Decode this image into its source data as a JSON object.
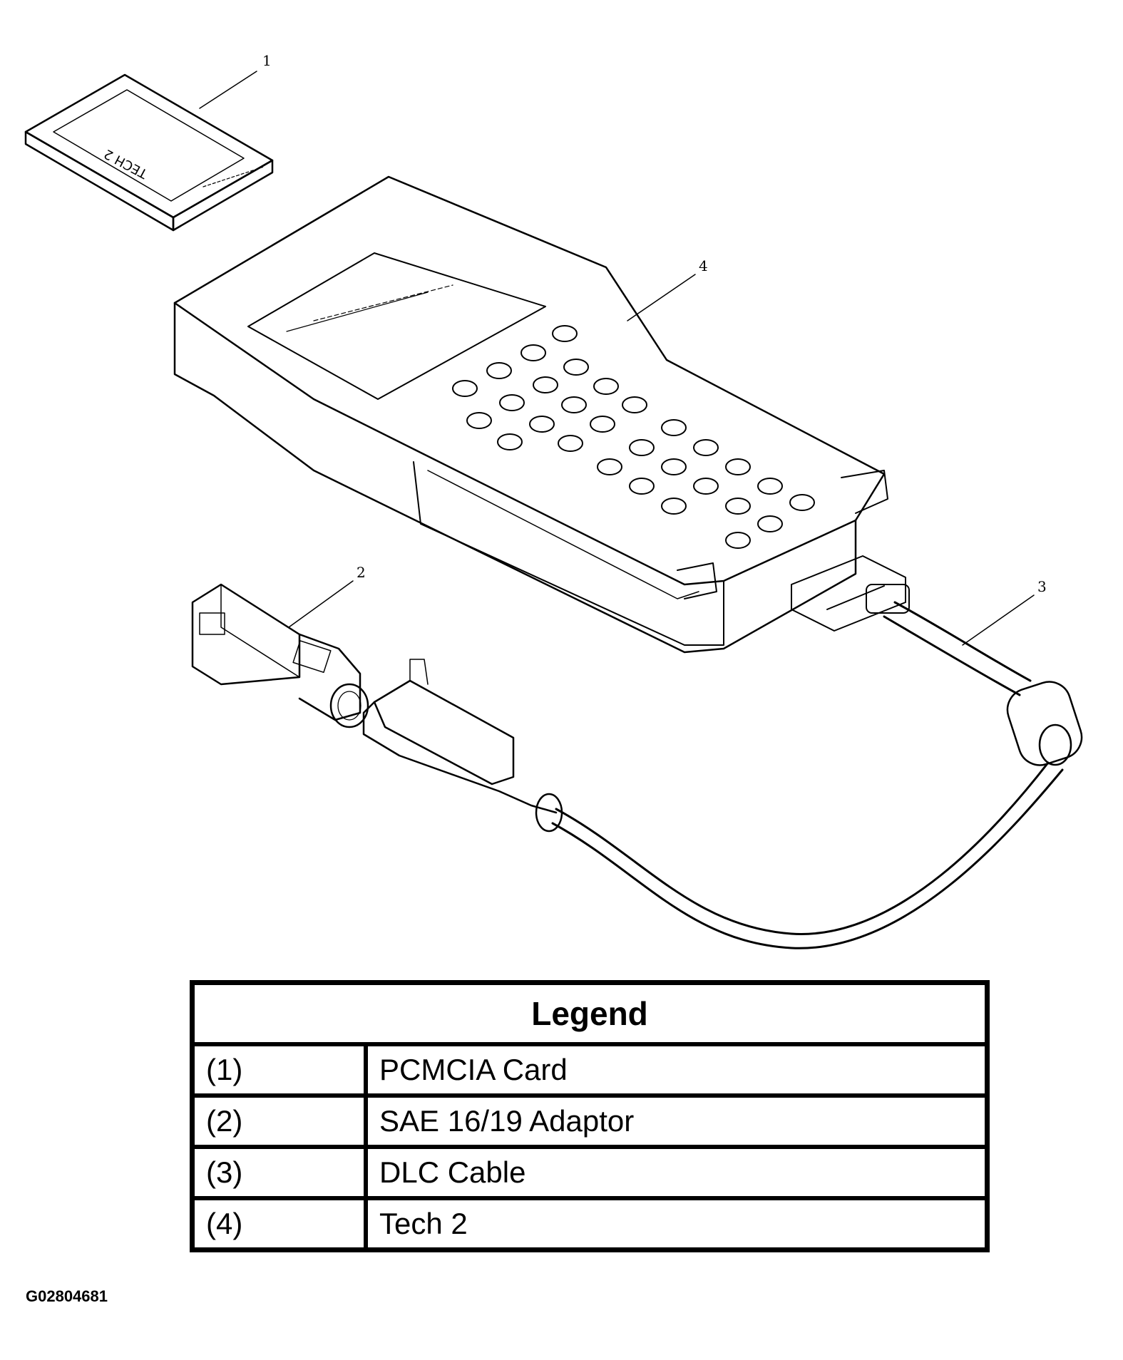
{
  "callouts": [
    "1",
    "2",
    "3",
    "4"
  ],
  "card_text": "TECH 2",
  "legend": {
    "title": "Legend",
    "rows": [
      {
        "num": "(1)",
        "label": "PCMCIA Card"
      },
      {
        "num": "(2)",
        "label": "SAE 16/19 Adaptor"
      },
      {
        "num": "(3)",
        "label": "DLC Cable"
      },
      {
        "num": "(4)",
        "label": "Tech 2"
      }
    ]
  },
  "figure_id": "G02804681",
  "colors": {
    "line": "#000000",
    "background": "#ffffff"
  }
}
